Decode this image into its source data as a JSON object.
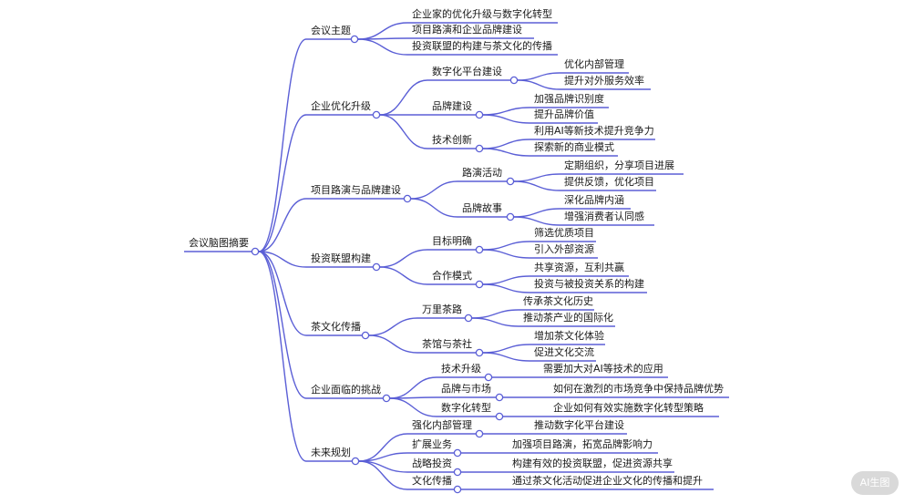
{
  "accent": "#5b5fd6",
  "watermark": "AI生图",
  "root": {
    "label": "会议脑图摘要",
    "children": [
      {
        "label": "会议主题",
        "children": [
          {
            "label": "企业家的优化升级与数字化转型"
          },
          {
            "label": "项目路演和企业品牌建设"
          },
          {
            "label": "投资联盟的构建与茶文化的传播"
          }
        ]
      },
      {
        "label": "企业优化升级",
        "children": [
          {
            "label": "数字化平台建设",
            "children": [
              {
                "label": "优化内部管理"
              },
              {
                "label": "提升对外服务效率"
              }
            ]
          },
          {
            "label": "品牌建设",
            "children": [
              {
                "label": "加强品牌识别度"
              },
              {
                "label": "提升品牌价值"
              }
            ]
          },
          {
            "label": "技术创新",
            "children": [
              {
                "label": "利用AI等新技术提升竞争力"
              },
              {
                "label": "探索新的商业模式"
              }
            ]
          }
        ]
      },
      {
        "label": "项目路演与品牌建设",
        "children": [
          {
            "label": "路演活动",
            "children": [
              {
                "label": "定期组织，分享项目进展"
              },
              {
                "label": "提供反馈，优化项目"
              }
            ]
          },
          {
            "label": "品牌故事",
            "children": [
              {
                "label": "深化品牌内涵"
              },
              {
                "label": "增强消费者认同感"
              }
            ]
          }
        ]
      },
      {
        "label": "投资联盟构建",
        "children": [
          {
            "label": "目标明确",
            "children": [
              {
                "label": "筛选优质项目"
              },
              {
                "label": "引入外部资源"
              }
            ]
          },
          {
            "label": "合作模式",
            "children": [
              {
                "label": "共享资源，互利共赢"
              },
              {
                "label": "投资与被投资关系的构建"
              }
            ]
          }
        ]
      },
      {
        "label": "茶文化传播",
        "children": [
          {
            "label": "万里茶路",
            "children": [
              {
                "label": "传承茶文化历史"
              },
              {
                "label": "推动茶产业的国际化"
              }
            ]
          },
          {
            "label": "茶馆与茶社",
            "children": [
              {
                "label": "增加茶文化体验"
              },
              {
                "label": "促进文化交流"
              }
            ]
          }
        ]
      },
      {
        "label": "企业面临的挑战",
        "children": [
          {
            "label": "技术升级",
            "children": [
              {
                "label": "需要加大对AI等技术的应用"
              }
            ]
          },
          {
            "label": "品牌与市场",
            "children": [
              {
                "label": "如何在激烈的市场竞争中保持品牌优势"
              }
            ]
          },
          {
            "label": "数字化转型",
            "children": [
              {
                "label": "企业如何有效实施数字化转型策略"
              }
            ]
          }
        ]
      },
      {
        "label": "未来规划",
        "children": [
          {
            "label": "强化内部管理",
            "children": [
              {
                "label": "推动数字化平台建设"
              }
            ]
          },
          {
            "label": "扩展业务",
            "children": [
              {
                "label": "加强项目路演，拓宽品牌影响力"
              }
            ]
          },
          {
            "label": "战略投资",
            "children": [
              {
                "label": "构建有效的投资联盟，促进资源共享"
              }
            ]
          },
          {
            "label": "文化传播",
            "children": [
              {
                "label": "通过茶文化活动促进企业文化的传播和提升"
              }
            ]
          }
        ]
      }
    ]
  }
}
